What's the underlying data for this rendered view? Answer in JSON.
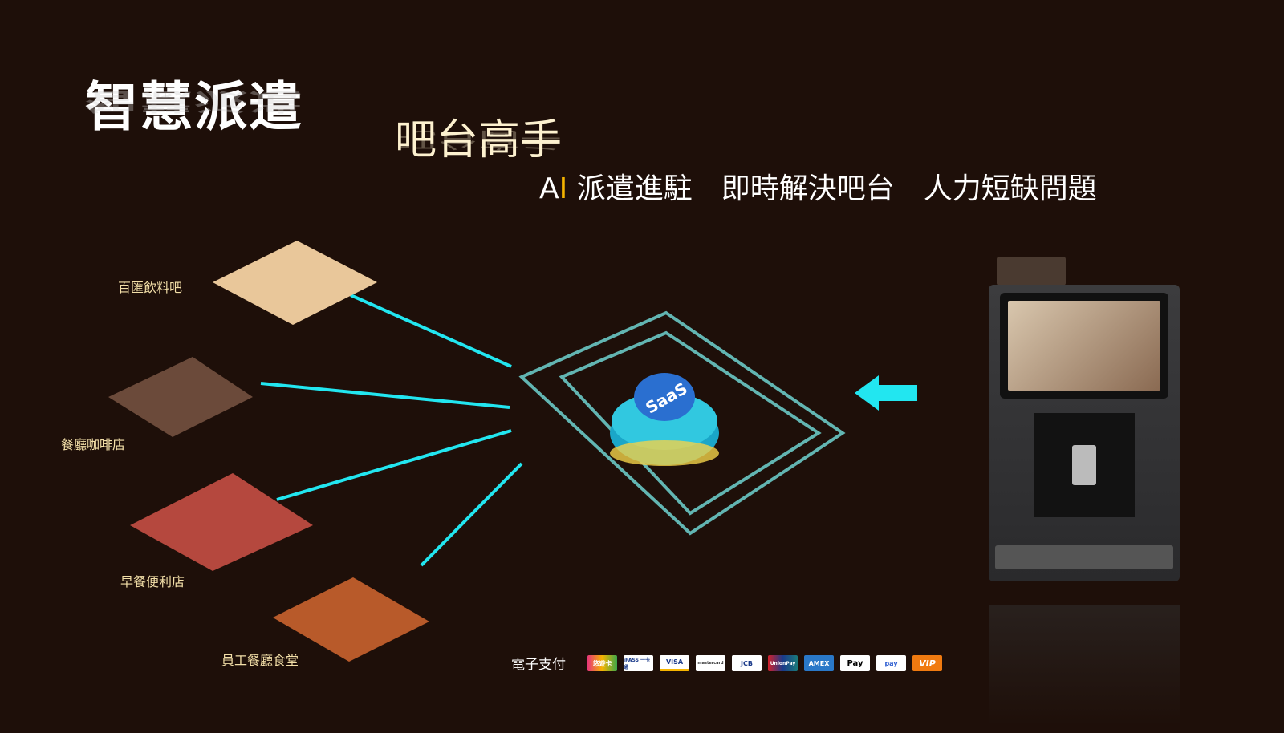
{
  "title": "智慧派遣",
  "subtitle": "吧台高手",
  "tagline": {
    "ai_a": "A",
    "ai_i": "I",
    "text": " 派遣進駐　即時解決吧台　人力短缺問題"
  },
  "venues": [
    {
      "label": "百匯飲料吧"
    },
    {
      "label": "餐廳咖啡店"
    },
    {
      "label": "早餐便利店"
    },
    {
      "label": "員工餐廳食堂"
    }
  ],
  "hub": {
    "label": "SaaS"
  },
  "payment": {
    "label": "電子支付",
    "methods": [
      "悠遊卡",
      "iPASS 一卡通",
      "VISA",
      "mastercard",
      "JCB",
      "UnionPay",
      "AMEX",
      "Pay",
      "pay",
      "VIP"
    ]
  },
  "colors": {
    "background": "#1e0f09",
    "connector": "#22e6f0",
    "accent": "#f5b400"
  }
}
